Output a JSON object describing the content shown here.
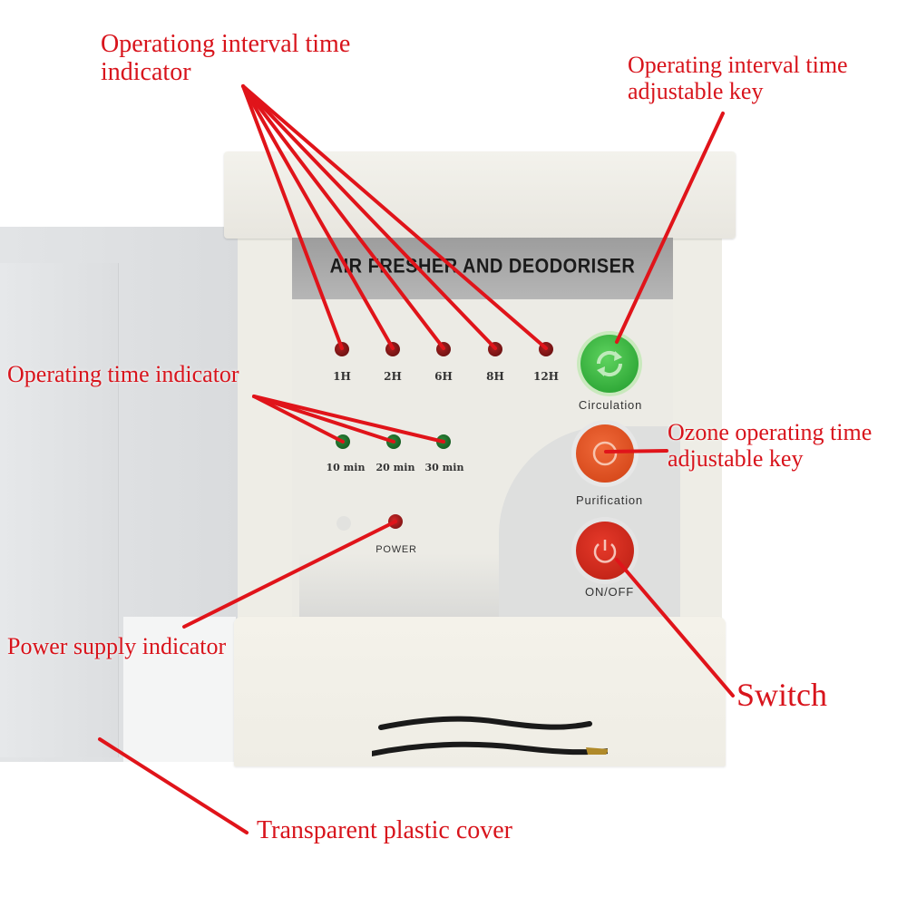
{
  "device": {
    "brand_label": "AIR FRESHER AND DEODORISER",
    "interval_leds": [
      {
        "label": "1H",
        "color": "red"
      },
      {
        "label": "2H",
        "color": "red"
      },
      {
        "label": "6H",
        "color": "red"
      },
      {
        "label": "8H",
        "color": "red"
      },
      {
        "label": "12H",
        "color": "red"
      }
    ],
    "time_leds": [
      {
        "label": "10 min",
        "color": "green"
      },
      {
        "label": "20 min",
        "color": "green"
      },
      {
        "label": "30 min",
        "color": "green"
      }
    ],
    "power_label": "POWER",
    "buttons": {
      "circulation": {
        "label": "Circulation",
        "icon": "circular-arrows-icon",
        "color": "#2fae37"
      },
      "purification": {
        "label": "Purification",
        "icon": "ring-icon",
        "color": "#e0522a"
      },
      "onoff": {
        "label": "ON/OFF",
        "icon": "power-icon",
        "color": "#d42a1c"
      }
    }
  },
  "annotations": {
    "interval_indicator": "Operationg interval time indicator",
    "interval_key": "Operating interval time adjustable key",
    "time_indicator": "Operating time indicator",
    "ozone_key": "Ozone operating time adjustable key",
    "power_indicator": "Power supply indicator",
    "switch": "Switch",
    "cover": "Transparent plastic cover"
  },
  "colors": {
    "annotation": "#d8141c",
    "led_red": "#8a1515",
    "led_green": "#1f6b2a"
  }
}
